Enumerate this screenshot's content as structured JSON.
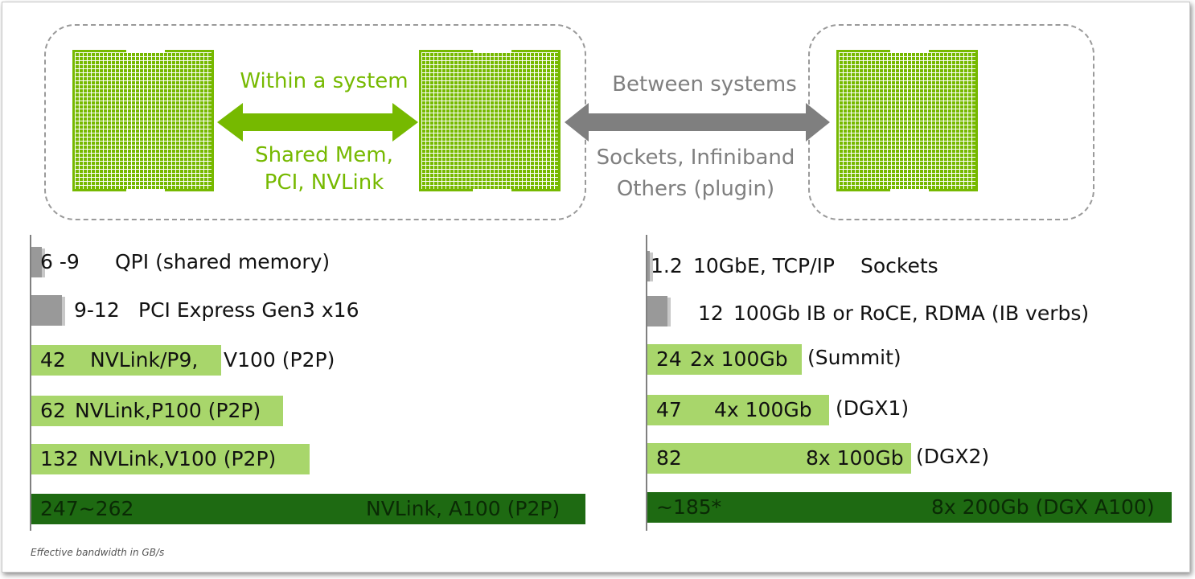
{
  "diagram": {
    "within": {
      "title": "Within a system",
      "sub_line1": "Shared Mem,",
      "sub_line2": "PCI, NVLink"
    },
    "between": {
      "title": "Between systems",
      "sub_line1": "Sockets, Infiniband",
      "sub_line2": "Others (plugin)"
    },
    "colors": {
      "accent_green": "#76b900",
      "arrow_grey": "#7f7f7f",
      "bar_light_green": "#a8d66b",
      "bar_dark_green": "#1e6a12",
      "bar_grey": "#999999"
    }
  },
  "left_bars": [
    {
      "value": "6 -9",
      "label": "QPI (shared memory)",
      "magnitude": 7.5
    },
    {
      "value": "9-12",
      "label": "PCI Express Gen3 x16",
      "magnitude": 10.5
    },
    {
      "value": "42",
      "label": "NVLink/P9,",
      "label2": "V100 (P2P)",
      "magnitude": 42
    },
    {
      "value": "62",
      "label": "NVLink,P100 (P2P)",
      "magnitude": 62
    },
    {
      "value": "132",
      "label": "NVLink,V100 (P2P)",
      "magnitude": 132
    },
    {
      "value": "247~262",
      "label": "NVLink, A100 (P2P)",
      "magnitude": 262
    }
  ],
  "right_bars": [
    {
      "value": "1.2",
      "label": "10GbE, TCP/IP",
      "label2": "Sockets",
      "magnitude": 1.2
    },
    {
      "value": "12",
      "label": "100Gb IB or RoCE, RDMA (IB verbs)",
      "magnitude": 12
    },
    {
      "value": "24",
      "label": "2x 100Gb",
      "label2": "(Summit)",
      "magnitude": 24
    },
    {
      "value": "47",
      "label": "4x 100Gb",
      "label2": "(DGX1)",
      "magnitude": 47
    },
    {
      "value": "82",
      "label": "8x 100Gb",
      "label2": "(DGX2)",
      "magnitude": 82
    },
    {
      "value": "~185*",
      "label": "8x 200Gb (DGX A100)",
      "magnitude": 185
    }
  ],
  "footnote": "Effective bandwidth in GB/s"
}
